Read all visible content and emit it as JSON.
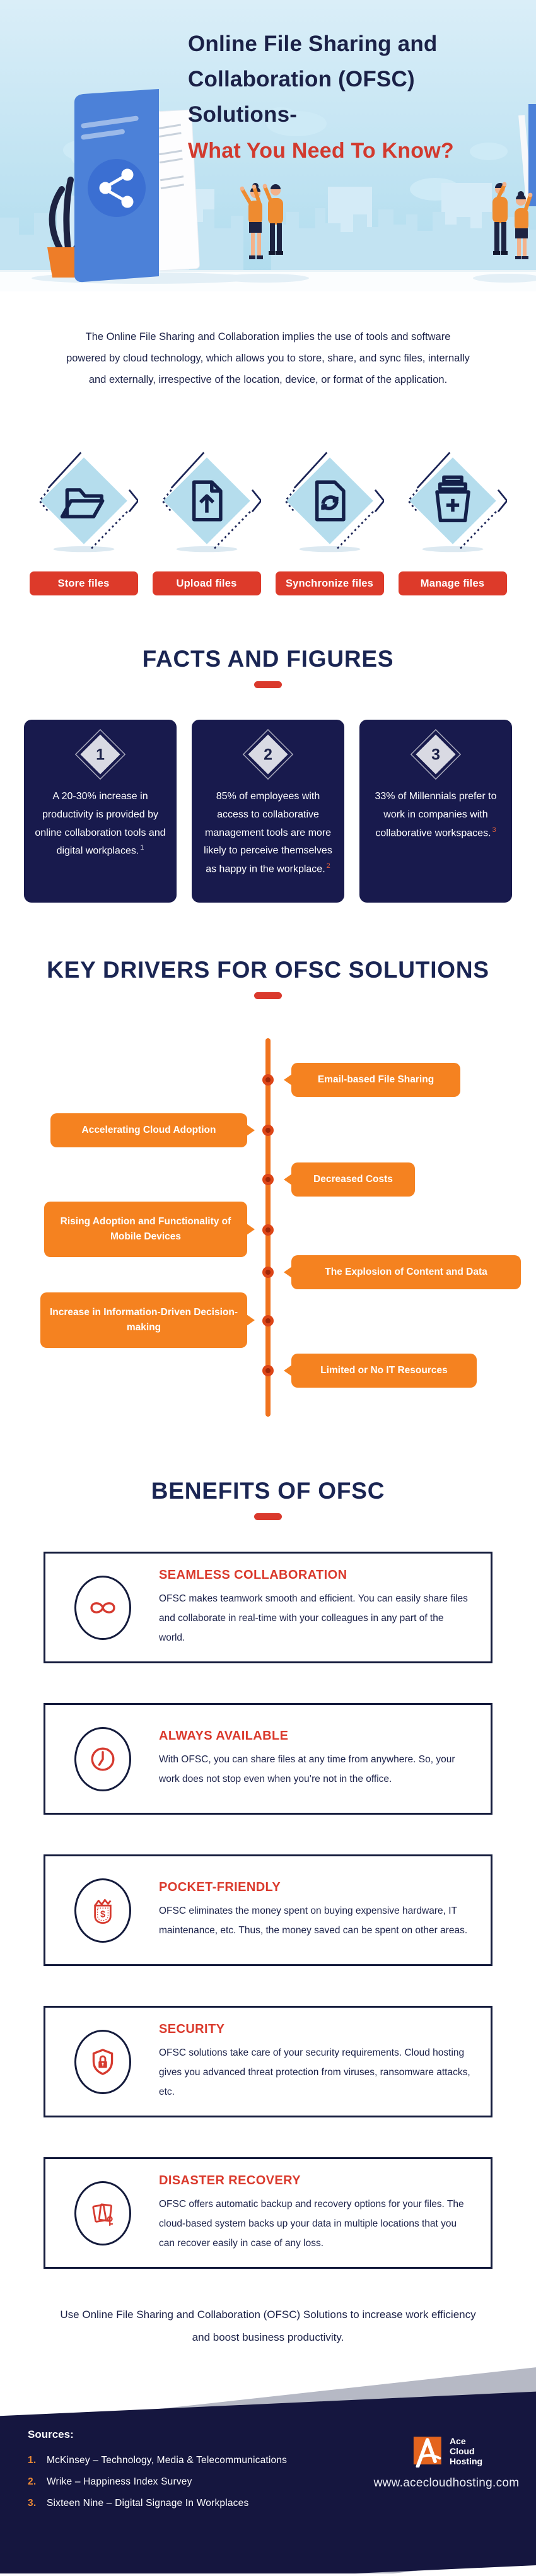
{
  "palette": {
    "navy_heading": "#1a2553",
    "card_navy": "#181a4d",
    "red_accent": "#da392c",
    "button_red": "#dd3a2a",
    "orange": "#f58220",
    "timeline_orange": "#f0731e",
    "diamond_blue": "#b5dded",
    "sky_top": "#daeef8",
    "sky_bottom": "#b0dcee",
    "footer_navy": "#15163f",
    "footer_gray": "#b6b9c5",
    "logo_orange": "#e4641e"
  },
  "header": {
    "title_lines": [
      "Online File Sharing and",
      "Collaboration (OFSC)",
      "Solutions-"
    ],
    "subtitle": "What You Need To Know?"
  },
  "intro": {
    "text": "The Online File Sharing and Collaboration implies the use of tools and software powered by cloud technology, which allows you to store, share, and sync files, internally and externally, irrespective of the location, device, or format of the application."
  },
  "features": {
    "items": [
      {
        "label": "Store files",
        "icon": "open-folder-icon"
      },
      {
        "label": "Upload files",
        "icon": "file-upload-icon"
      },
      {
        "label": "Synchronize files",
        "icon": "file-sync-icon"
      },
      {
        "label": "Manage files",
        "icon": "archive-add-icon"
      }
    ]
  },
  "facts": {
    "heading": "FACTS AND FIGURES",
    "items": [
      {
        "number": "1",
        "text": "A 20-30% increase in productivity is provided by online collaboration tools and digital workplaces.",
        "citation": "1"
      },
      {
        "number": "2",
        "text": "85% of employees with access to collaborative management tools are more likely to perceive themselves as happy in the workplace.",
        "citation": "2"
      },
      {
        "number": "3",
        "text": "33% of Millennials prefer to work in companies with collaborative workspaces.",
        "citation": "3"
      }
    ]
  },
  "drivers": {
    "heading": "KEY DRIVERS FOR OFSC SOLUTIONS",
    "items": [
      {
        "label": "Email-based File Sharing",
        "side": "right"
      },
      {
        "label": "Accelerating Cloud Adoption",
        "side": "left"
      },
      {
        "label": "Decreased Costs",
        "side": "right"
      },
      {
        "label": "Rising Adoption and Functionality of Mobile Devices",
        "side": "left"
      },
      {
        "label": "The Explosion of Content and Data",
        "side": "right"
      },
      {
        "label": "Increase in Information-Driven Decision-making",
        "side": "left"
      },
      {
        "label": "Limited or No IT Resources",
        "side": "right"
      }
    ]
  },
  "benefits": {
    "heading": "BENEFITS OF OFSC",
    "cards": [
      {
        "title": "SEAMLESS COLLABORATION",
        "icon": "infinity-icon",
        "body": "OFSC makes teamwork smooth and efficient. You can easily share files and collaborate in real-time with your colleagues in any part of the world."
      },
      {
        "title": "ALWAYS AVAILABLE",
        "icon": "clock-icon",
        "body": "With OFSC, you can share files at any time from anywhere. So, your work does not stop even when you’re not in the office."
      },
      {
        "title": "POCKET-FRIENDLY",
        "icon": "money-pocket-icon",
        "body": "OFSC eliminates the money spent on buying expensive hardware, IT maintenance, etc. Thus, the money saved can be spent on other areas."
      },
      {
        "title": "SECURITY",
        "icon": "shield-lock-icon",
        "body": "OFSC solutions take care of your security requirements. Cloud hosting gives you advanced threat protection from viruses, ransomware attacks, etc."
      },
      {
        "title": "DISASTER RECOVERY",
        "icon": "document-backup-icon",
        "body": "OFSC offers automatic backup and recovery options for your files. The cloud-based system backs up your data in multiple locations that you can recover easily in case of any loss."
      }
    ]
  },
  "closing": {
    "text": "Use Online File Sharing and Collaboration (OFSC) Solutions to increase work efficiency and boost business productivity."
  },
  "footer": {
    "sources_label": "Sources:",
    "sources": [
      {
        "number": "1.",
        "text": "McKinsey – Technology, Media & Telecommunications"
      },
      {
        "number": "2.",
        "text": "Wrike – Happiness Index Survey"
      },
      {
        "number": "3.",
        "text": "Sixteen Nine – Digital Signage In Workplaces"
      }
    ],
    "logo": {
      "name": "Ace Cloud Hosting",
      "lines": [
        "Ace",
        "Cloud",
        "Hosting"
      ]
    },
    "website": "www.acecloudhosting.com"
  }
}
